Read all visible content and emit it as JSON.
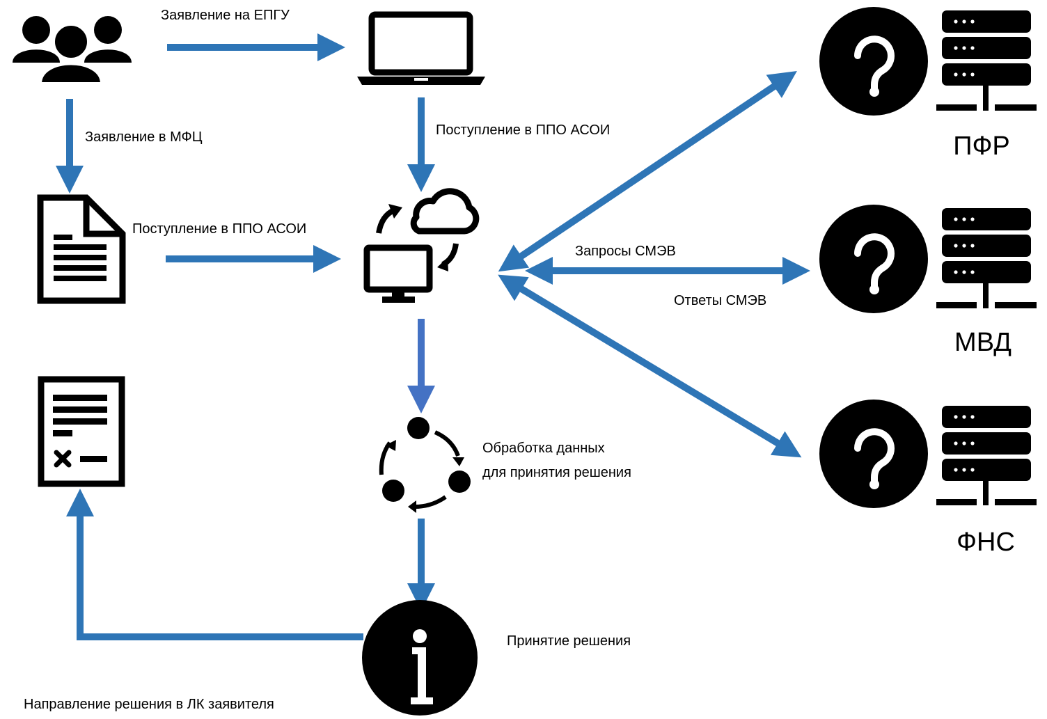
{
  "colors": {
    "arrow": "#2e75b6",
    "arrow_center": "#4472c4",
    "icon": "#000000"
  },
  "icons": [
    "users-icon",
    "laptop-icon",
    "document-icon",
    "cloud-computer-sync-icon",
    "decision-document-icon",
    "cycle-process-icon",
    "info-icon",
    "question-icon",
    "server-icon"
  ],
  "labels": {
    "epgu": "Заявление на ЕПГУ",
    "mfc": "Заявление в МФЦ",
    "ppo_from_epgu": "Поступление в ППО АСОИ",
    "ppo_from_mfc": "Поступление в ППО АСОИ",
    "smev_requests": "Запросы СМЭВ",
    "smev_answers": "Ответы СМЭВ",
    "processing_line1": "Обработка данных",
    "processing_line2": "для принятия решения",
    "decision": "Принятие решения",
    "send_to_lk": "Направление решения в ЛК заявителя"
  },
  "agencies": [
    "ПФР",
    "МВД",
    "ФНС"
  ]
}
